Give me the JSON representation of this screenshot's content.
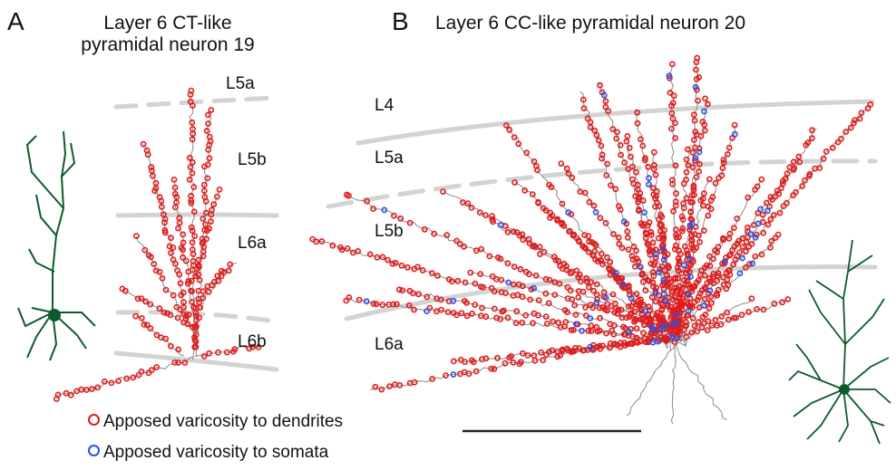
{
  "panels": {
    "a": {
      "letter": "A",
      "title_line1": "Layer 6 CT-like",
      "title_line2": "pyramidal neuron 19",
      "layers": [
        "L5a",
        "L5b",
        "L6a",
        "L6b"
      ]
    },
    "b": {
      "letter": "B",
      "title": "Layer 6 CC-like pyramidal neuron 20",
      "layers": [
        "L4",
        "L5a",
        "L5b",
        "L6a"
      ]
    }
  },
  "legend": {
    "dendrites_label": "Apposed varicosity to dendrites",
    "somata_label": "Apposed varicosity to somata"
  },
  "colors": {
    "dendrite_marker": "#e21b1b",
    "soma_marker": "#2f4fe0",
    "layer_boundary": "#d3d3d3",
    "axon": "#8a8a8a",
    "neuron_green": "#0f5a2a",
    "scale_bar": "#222222"
  },
  "icons": [
    "neuron-morphology-icon"
  ]
}
